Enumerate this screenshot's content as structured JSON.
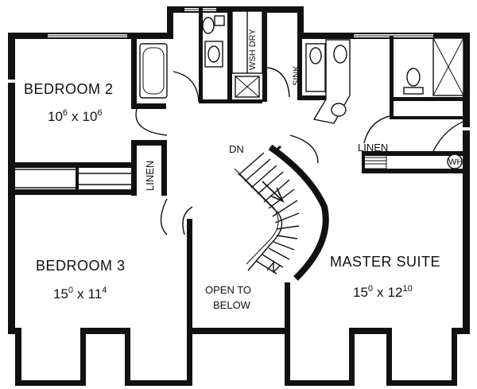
{
  "rooms": {
    "bedroom2": {
      "name": "BEDROOM 2",
      "dim_a": "10",
      "dim_a_sup": "6",
      "dim_x": "x",
      "dim_b": "10",
      "dim_b_sup": "6"
    },
    "bedroom3": {
      "name": "BEDROOM 3",
      "dim_a": "15",
      "dim_a_sup": "0",
      "dim_x": "x",
      "dim_b": "11",
      "dim_b_sup": "4"
    },
    "master": {
      "name": "MASTER SUITE",
      "dim_a": "15",
      "dim_a_sup": "0",
      "dim_x": "x",
      "dim_b": "12",
      "dim_b_sup": "10"
    },
    "open_below": {
      "line1": "OPEN TO",
      "line2": "BELOW"
    }
  },
  "labels": {
    "linen_left": "LINEN",
    "linen_right": "LINEN",
    "wsh_dry": "WSH DRY",
    "sink": "SINK",
    "dn": "DN",
    "wh": "WH"
  },
  "colors": {
    "ink": "#111111",
    "paper": "#ffffff"
  }
}
